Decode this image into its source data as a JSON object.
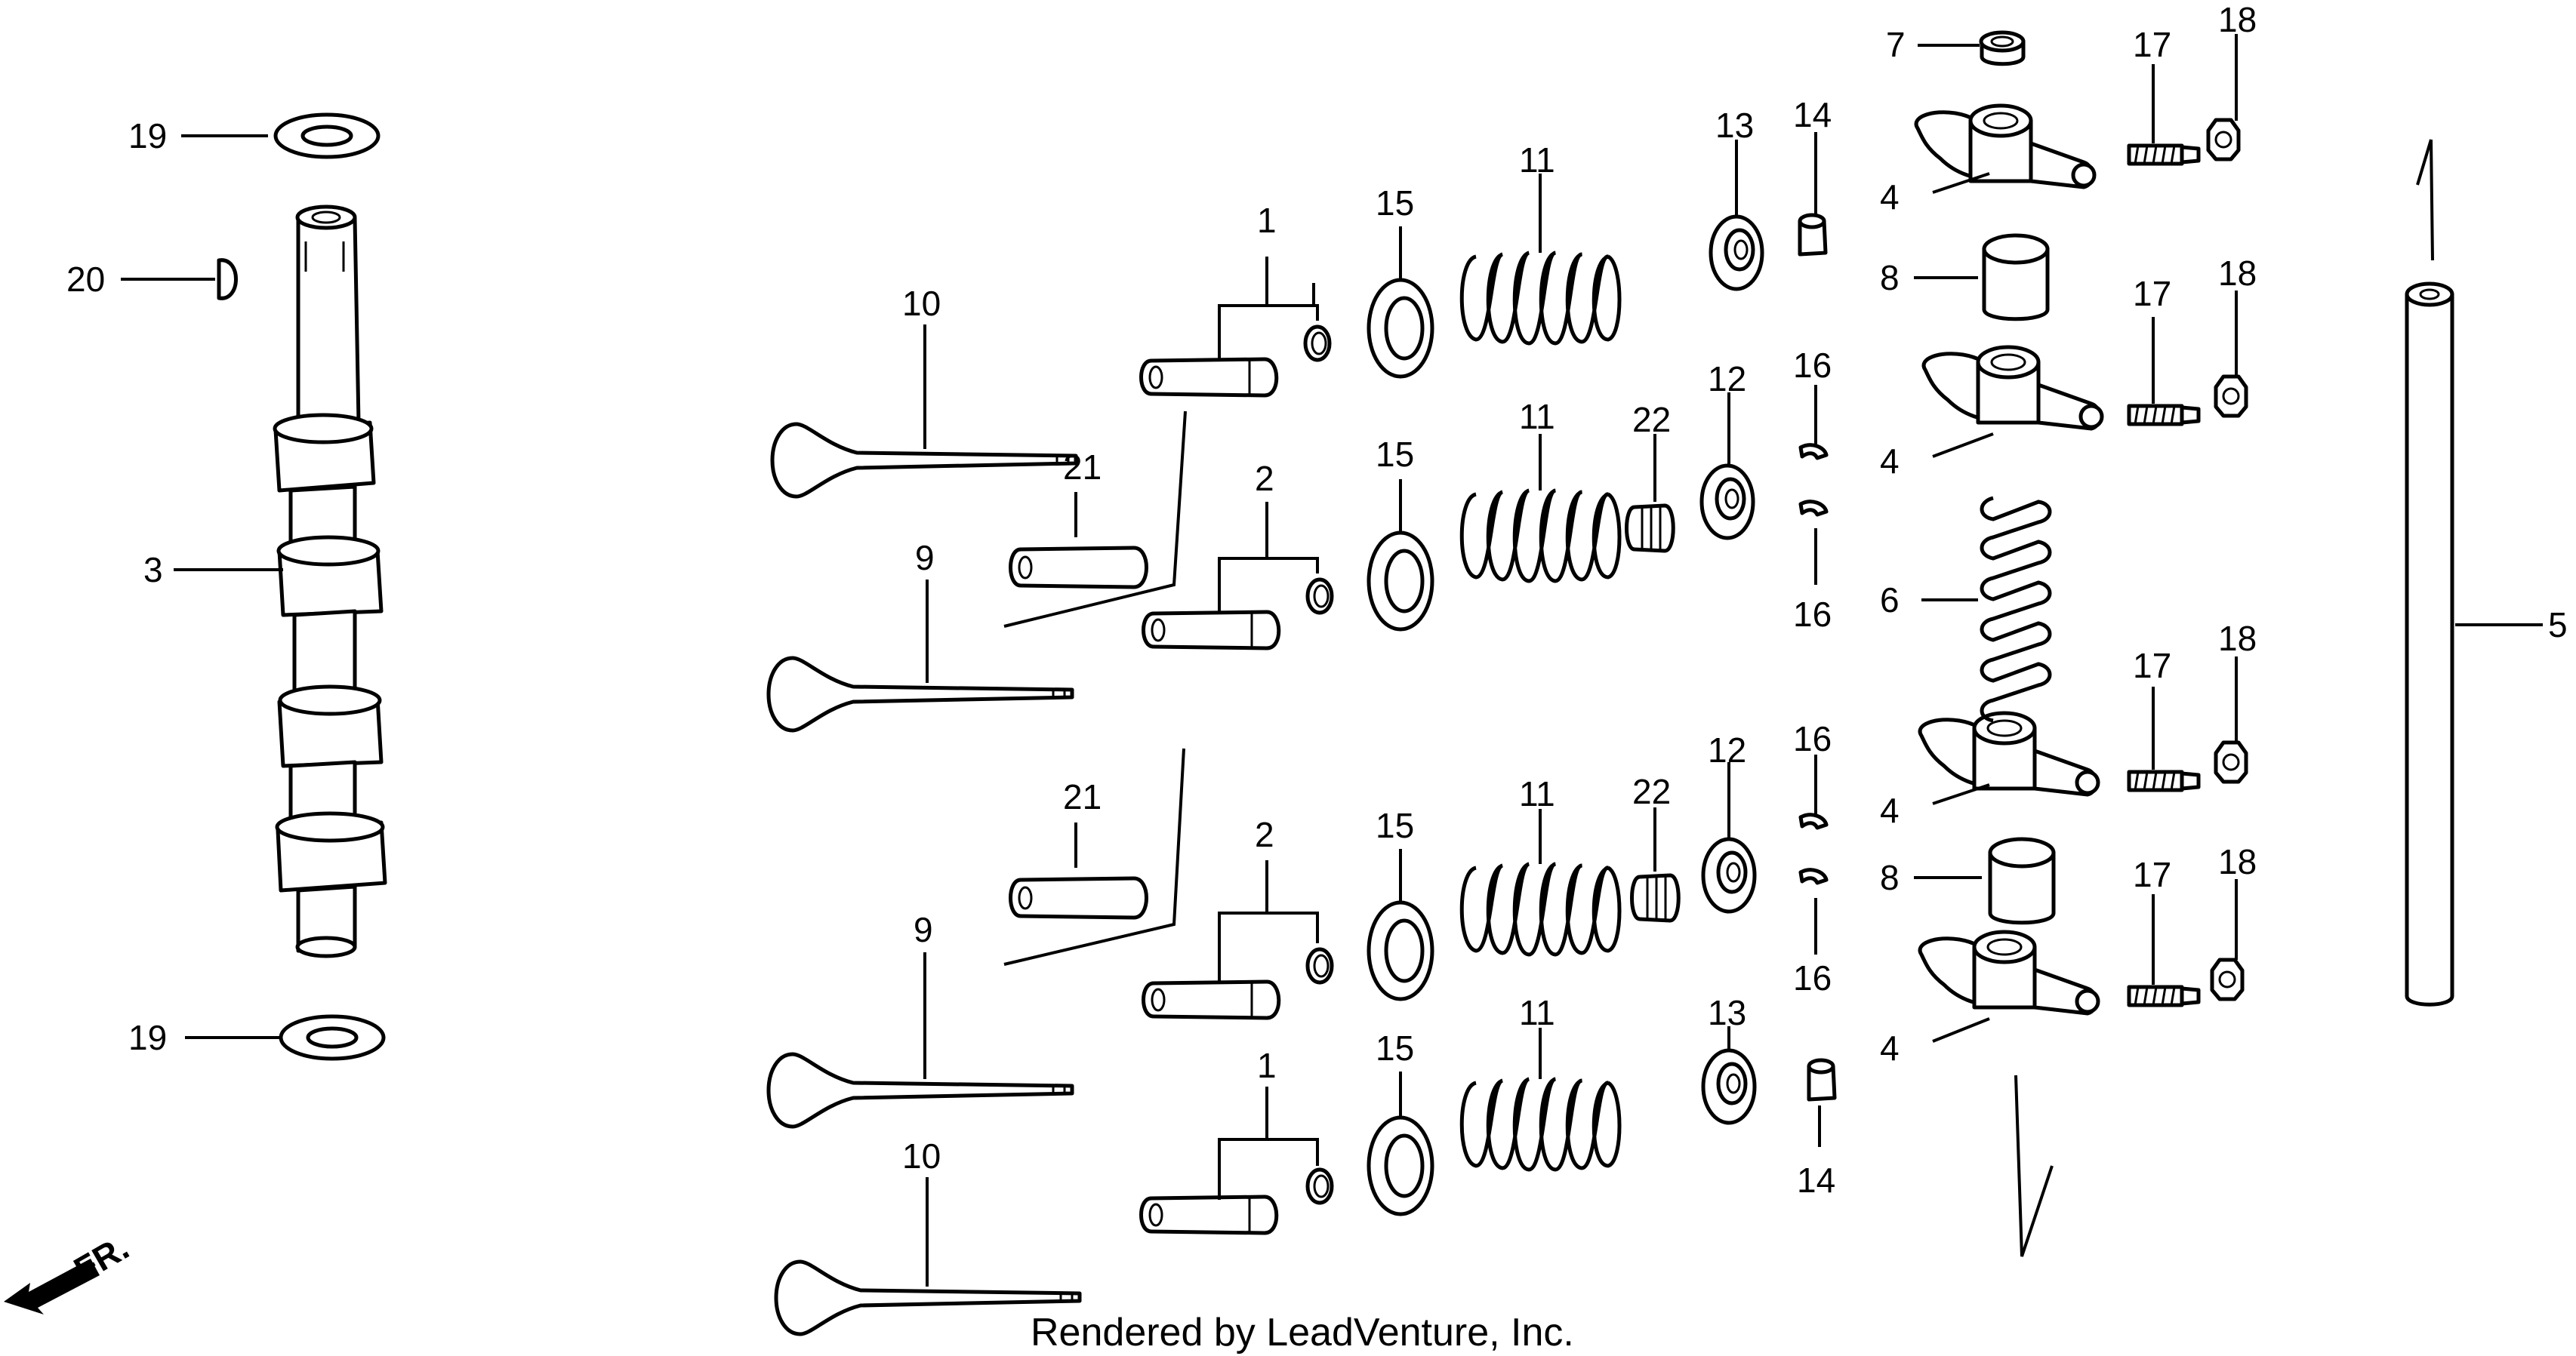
{
  "diagram": {
    "callouts": {
      "c1a": "1",
      "c1b": "1",
      "c2a": "2",
      "c2b": "2",
      "c3": "3",
      "c4a": "4",
      "c4b": "4",
      "c4c": "4",
      "c4d": "4",
      "c5": "5",
      "c6": "6",
      "c7": "7",
      "c8a": "8",
      "c8b": "8",
      "c9a": "9",
      "c9b": "9",
      "c10a": "10",
      "c10b": "10",
      "c11a": "11",
      "c11b": "11",
      "c11c": "11",
      "c11d": "11",
      "c12a": "12",
      "c12b": "12",
      "c13a": "13",
      "c13b": "13",
      "c14a": "14",
      "c14b": "14",
      "c15a": "15",
      "c15b": "15",
      "c15c": "15",
      "c15d": "15",
      "c16a": "16",
      "c16b": "16",
      "c16c": "16",
      "c16d": "16",
      "c17a": "17",
      "c17b": "17",
      "c17c": "17",
      "c17d": "17",
      "c18a": "18",
      "c18b": "18",
      "c18c": "18",
      "c18d": "18",
      "c19a": "19",
      "c19b": "19",
      "c20": "20",
      "c21a": "21",
      "c21b": "21",
      "c22a": "22",
      "c22b": "22"
    },
    "direction_label": "FR.",
    "credit": "Rendered by LeadVenture, Inc."
  }
}
